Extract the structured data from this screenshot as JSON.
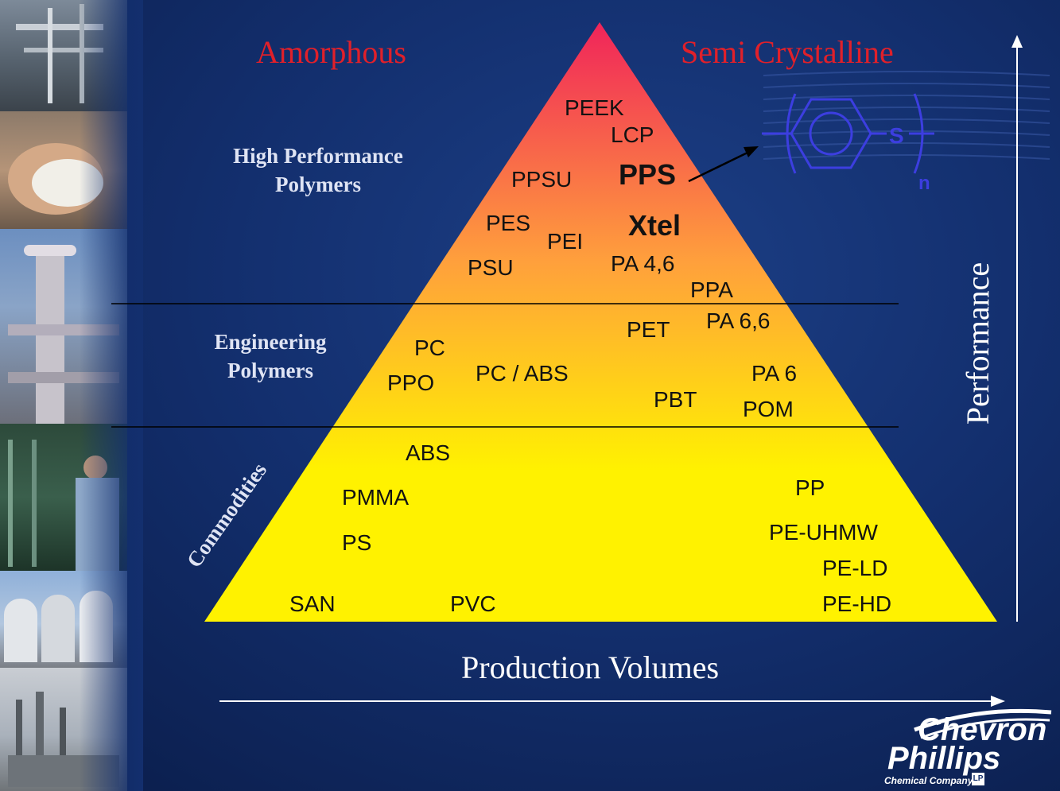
{
  "headings": {
    "amorphous": "Amorphous",
    "semi_crystalline": "Semi Crystalline"
  },
  "tiers": {
    "high_performance": [
      "High Performance",
      "Polymers"
    ],
    "engineering": [
      "Engineering",
      "Polymers"
    ],
    "commodities": "Commodities"
  },
  "polymers": {
    "high_performance": [
      "PEEK",
      "LCP",
      "PPSU",
      "PPS",
      "PES",
      "PEI",
      "Xtel",
      "PSU",
      "PA 4,6",
      "PPA"
    ],
    "engineering": [
      "PET",
      "PA 6,6",
      "PC",
      "PC / ABS",
      "PPO",
      "PA 6",
      "PBT",
      "POM"
    ],
    "commodities": [
      "ABS",
      "PMMA",
      "PS",
      "SAN",
      "PVC",
      "PP",
      "PE-UHMW",
      "PE-LD",
      "PE-HD"
    ]
  },
  "formula": {
    "sulfur": "S",
    "subscript": "n"
  },
  "axes": {
    "performance": "Performance",
    "production_volumes": "Production Volumes"
  },
  "logo": {
    "line1": "Chevron",
    "line2": "Phillips",
    "line3": "Chemical Company",
    "suffix": "LP"
  },
  "colors": {
    "heading_red": "#e0202a",
    "tier_text": "#dfe4f4",
    "pyramid_top": "#f0245a",
    "pyramid_mid": "#ffa03c",
    "pyramid_bottom": "#fff200",
    "formula_blue": "#3c3ee0",
    "background": "#132f6e"
  }
}
